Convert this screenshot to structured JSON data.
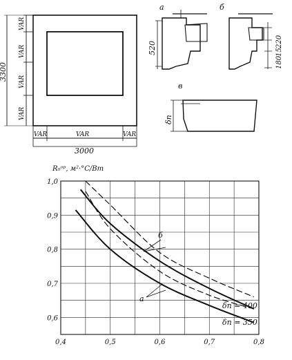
{
  "panel_plan": {
    "width_label": "3000",
    "height_label": "3300",
    "bottom_segments": [
      "VAR",
      "VAR",
      "VAR"
    ],
    "left_segments": [
      "VAR",
      "VAR",
      "VAR",
      "VAR"
    ]
  },
  "sections": {
    "a": {
      "letter": "а",
      "dim": "520"
    },
    "b": {
      "letter": "б",
      "dims": [
        "180",
        "15",
        "220"
      ]
    },
    "c": {
      "letter": "в",
      "dim": "δп"
    }
  },
  "chart_data": {
    "type": "line",
    "ylabel": "R₀ᵒᵖ, м²·°С/Вт",
    "xlim": [
      0.4,
      0.8
    ],
    "ylim": [
      0.55,
      1.0
    ],
    "x_ticks": [
      "0,4",
      "0,5",
      "0,6",
      "0,7",
      "0,8"
    ],
    "y_ticks": [
      "0,6",
      "0,7",
      "0,8",
      "0,9",
      "1,0"
    ],
    "grid": true,
    "annotations": [
      "а",
      "б"
    ],
    "series": [
      {
        "name": "δп = 350",
        "group": "а",
        "style": "solid",
        "x": [
          0.43,
          0.5,
          0.6,
          0.7,
          0.79
        ],
        "y": [
          0.915,
          0.8,
          0.7,
          0.635,
          0.585
        ]
      },
      {
        "name": "δп = 350",
        "group": "б",
        "style": "dashed",
        "x": [
          0.45,
          0.5,
          0.6,
          0.7,
          0.79
        ],
        "y": [
          0.97,
          0.86,
          0.735,
          0.665,
          0.625
        ]
      },
      {
        "name": "δп = 400",
        "group": "а",
        "style": "solid",
        "x": [
          0.44,
          0.5,
          0.6,
          0.7,
          0.79
        ],
        "y": [
          0.975,
          0.875,
          0.765,
          0.685,
          0.625
        ]
      },
      {
        "name": "δп = 400",
        "group": "б",
        "style": "dashed",
        "x": [
          0.45,
          0.5,
          0.6,
          0.7,
          0.79
        ],
        "y": [
          1.0,
          0.93,
          0.79,
          0.715,
          0.66
        ]
      }
    ],
    "curve_labels": [
      "δп = 400",
      "δп = 350"
    ]
  }
}
